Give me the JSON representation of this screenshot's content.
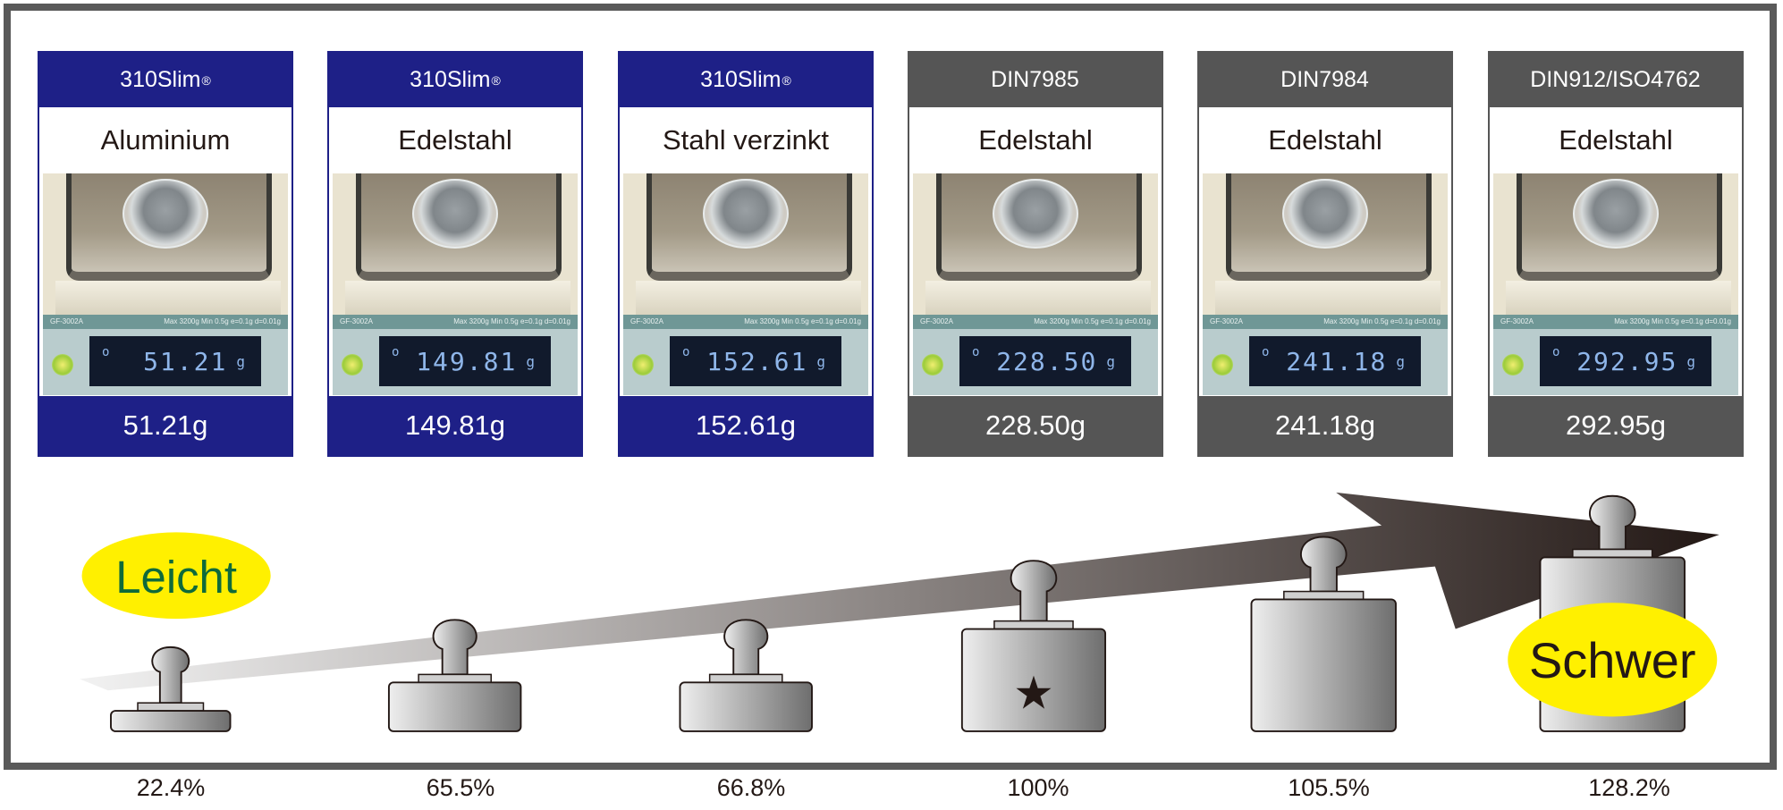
{
  "colors": {
    "slim": "#1e2087",
    "din": "#555555",
    "frame": "#5a5a5a",
    "label_bg": "#fff000",
    "light_text": "#0f6a3a"
  },
  "cards": [
    {
      "series": "310Slim",
      "reg": "®",
      "material": "Aluminium",
      "display_reading": "51.21",
      "display_unit": "g",
      "weight": "51.21g",
      "group": "slim"
    },
    {
      "series": "310Slim",
      "reg": "®",
      "material": "Edelstahl",
      "display_reading": "149.81",
      "display_unit": "g",
      "weight": "149.81g",
      "group": "slim"
    },
    {
      "series": "310Slim",
      "reg": "®",
      "material": "Stahl verzinkt",
      "display_reading": "152.61",
      "display_unit": "g",
      "weight": "152.61g",
      "group": "slim"
    },
    {
      "series": "DIN7985",
      "reg": "",
      "material": "Edelstahl",
      "display_reading": "228.50",
      "display_unit": "g",
      "weight": "228.50g",
      "group": "din"
    },
    {
      "series": "DIN7984",
      "reg": "",
      "material": "Edelstahl",
      "display_reading": "241.18",
      "display_unit": "g",
      "weight": "241.18g",
      "group": "din"
    },
    {
      "series": "DIN912/ISO4762",
      "reg": "",
      "material": "Edelstahl",
      "display_reading": "292.95",
      "display_unit": "g",
      "weight": "292.95g",
      "group": "din"
    }
  ],
  "scale_model": "GF-3002A",
  "scale_specs": "Max 3200g  Min 0.5g  e=0.1g  d=0.01g",
  "labels": {
    "light": "Leicht",
    "heavy": "Schwer"
  },
  "percentages": [
    "22.4%",
    "65.5%",
    "66.8%",
    "100%",
    "105.5%",
    "128.2%"
  ],
  "reference_index": 3
}
